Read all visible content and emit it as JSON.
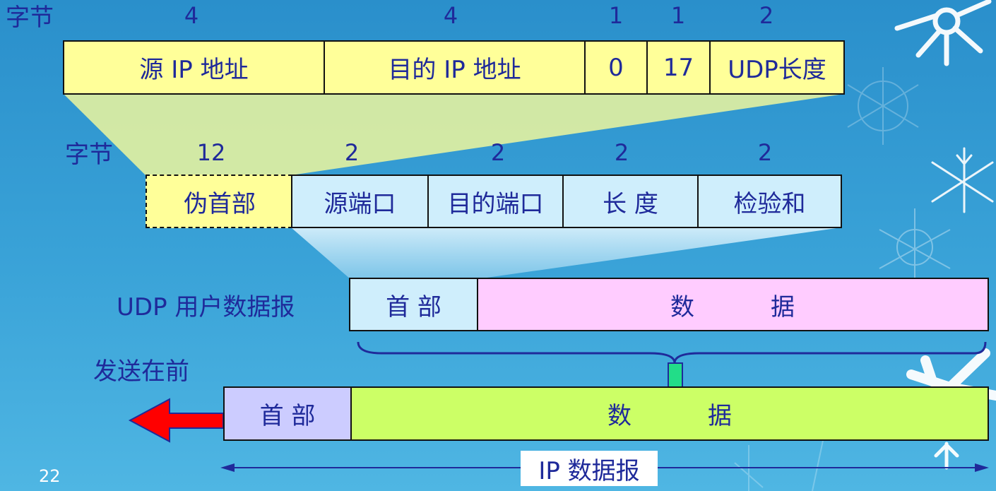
{
  "pseudo_header": {
    "byte_label": "字节",
    "byte_sizes": [
      "4",
      "4",
      "1",
      "1",
      "2"
    ],
    "fields": [
      "源 IP 地址",
      "目的 IP 地址",
      "0",
      "17",
      "UDP长度"
    ]
  },
  "udp_header": {
    "byte_label": "字节",
    "byte_sizes": [
      "12",
      "2",
      "2",
      "2",
      "2"
    ],
    "fields": [
      "伪首部",
      "源端口",
      "目的端口",
      "长 度",
      "检验和"
    ]
  },
  "udp_datagram": {
    "label": "UDP 用户数据报",
    "header": "首 部",
    "data_left": "数",
    "data_right": "据"
  },
  "ip_datagram": {
    "send_first": "发送在前",
    "header": "首 部",
    "data_left": "数",
    "data_right": "据",
    "label": "IP 数据报"
  },
  "page_number": "22",
  "colors": {
    "text": "#1f2a9a",
    "pseudo_fill": "#ffff99",
    "udp_fill": "#cfeefc",
    "data_fill": "#ffccff",
    "ip_data_fill": "#ccff66",
    "ip_header_fill": "#ccccff",
    "arrow_red": "#ff0000",
    "arrow_green": "#22dd88"
  }
}
